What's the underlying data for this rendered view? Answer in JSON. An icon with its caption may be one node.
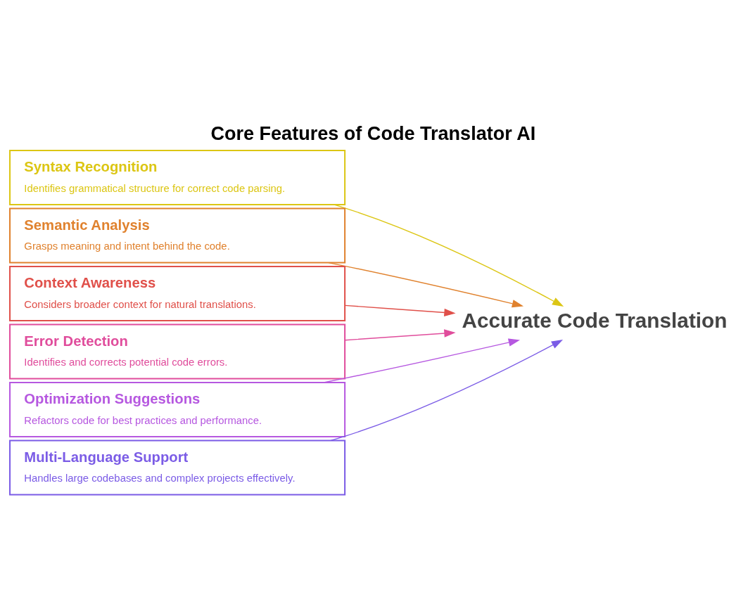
{
  "diagram": {
    "title": "Core Features of Code Translator AI",
    "nodes": [
      {
        "text": [
          "Syntax Recognition",
          "Identifies grammatical structure for correct code parsing."
        ]
      },
      {
        "text": [
          "Semantic Analysis",
          "Grasps meaning and intent behind the code."
        ]
      },
      {
        "text": [
          "Context Awareness",
          "Considers broader context for natural translations."
        ]
      },
      {
        "text": [
          "Error Detection",
          "Identifies and corrects potential code errors."
        ]
      },
      {
        "text": [
          "Optimization Suggestions",
          "Refactors code for best practices and performance."
        ]
      },
      {
        "text": [
          "Multi-Language Support",
          "Handles large codebases and complex projects effectively."
        ]
      },
      {
        "text": [
          "Accurate Code Translation"
        ]
      }
    ],
    "edges": [
      {
        "from": 0,
        "to": 6,
        "arrow": "to",
        "color": "#dcc614"
      },
      {
        "from": 1,
        "to": 6,
        "arrow": "to",
        "color": "#e0822e"
      },
      {
        "from": 2,
        "to": 6,
        "arrow": "to",
        "color": "#e0504a"
      },
      {
        "from": 3,
        "to": 6,
        "arrow": "to",
        "color": "#e04d9c"
      },
      {
        "from": 4,
        "to": 6,
        "arrow": "to",
        "color": "#b658e0"
      },
      {
        "from": 5,
        "to": 6,
        "arrow": "to",
        "color": "#7b5ce6"
      }
    ]
  }
}
